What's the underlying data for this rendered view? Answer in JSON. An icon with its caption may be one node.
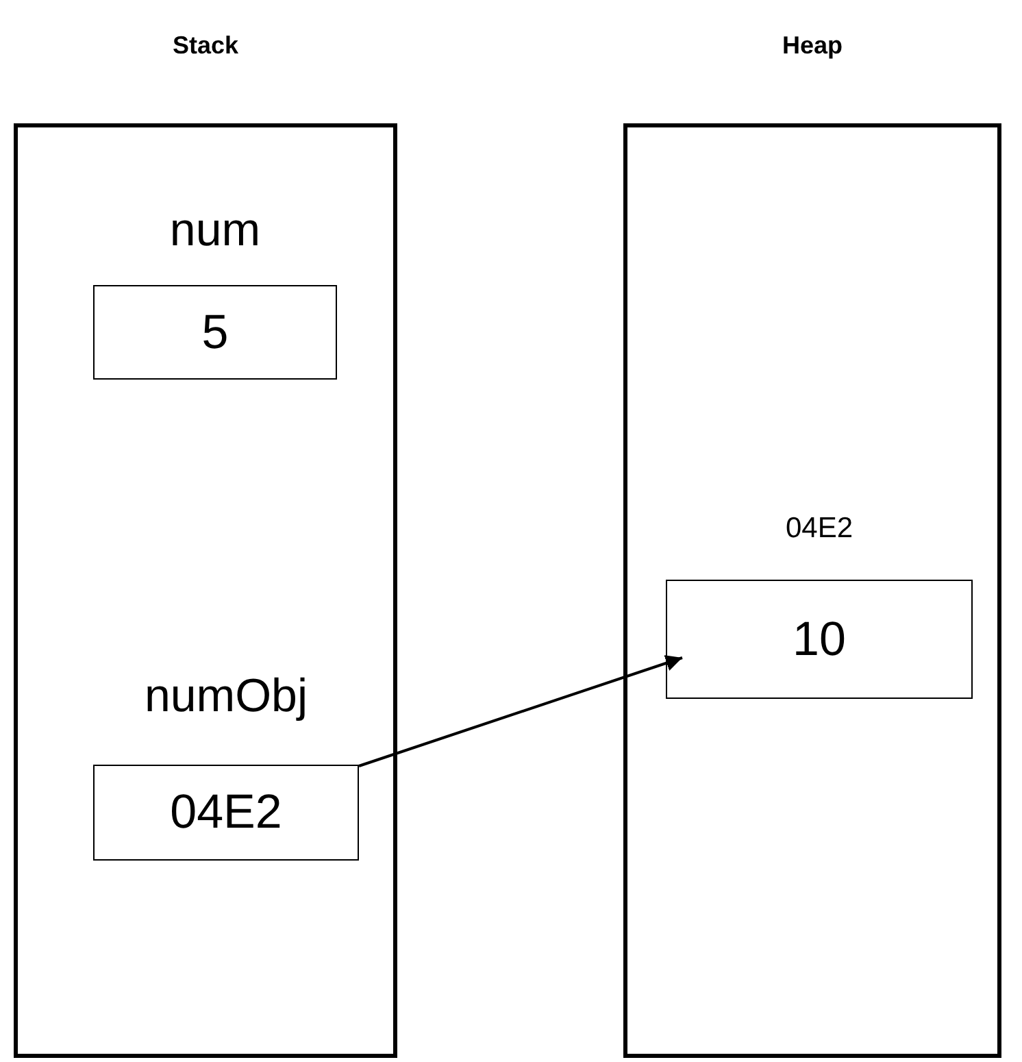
{
  "diagram": {
    "nodes": [
      {
        "text": [
          "Stack"
        ]
      },
      {
        "text": [
          "num",
          "5"
        ],
        "in": 0
      },
      {
        "text": [
          "numObj",
          "04E2"
        ],
        "in": 0
      },
      {
        "text": [
          "Heap"
        ]
      },
      {
        "text": [
          "04E2",
          "10"
        ],
        "in": 3
      }
    ],
    "edges": [
      {
        "from": 2,
        "to": 4,
        "arrow": "to"
      }
    ]
  }
}
